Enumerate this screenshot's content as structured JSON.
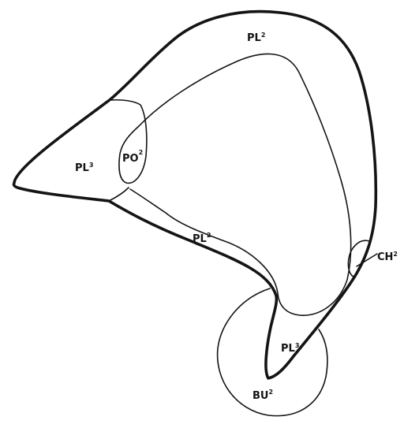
{
  "diagram": {
    "labels": {
      "pl_top": {
        "base": "PL",
        "sup": "2"
      },
      "pl_left": {
        "base": "PL",
        "sup": "3"
      },
      "po": {
        "base": "PO",
        "sup": "2"
      },
      "pl_mid": {
        "base": "PL",
        "sup": "2"
      },
      "ch": {
        "base": "CH",
        "sup": "2"
      },
      "pl_bottom": {
        "base": "PL",
        "sup": "3"
      },
      "bu": {
        "base": "BU",
        "sup": "2"
      }
    }
  }
}
